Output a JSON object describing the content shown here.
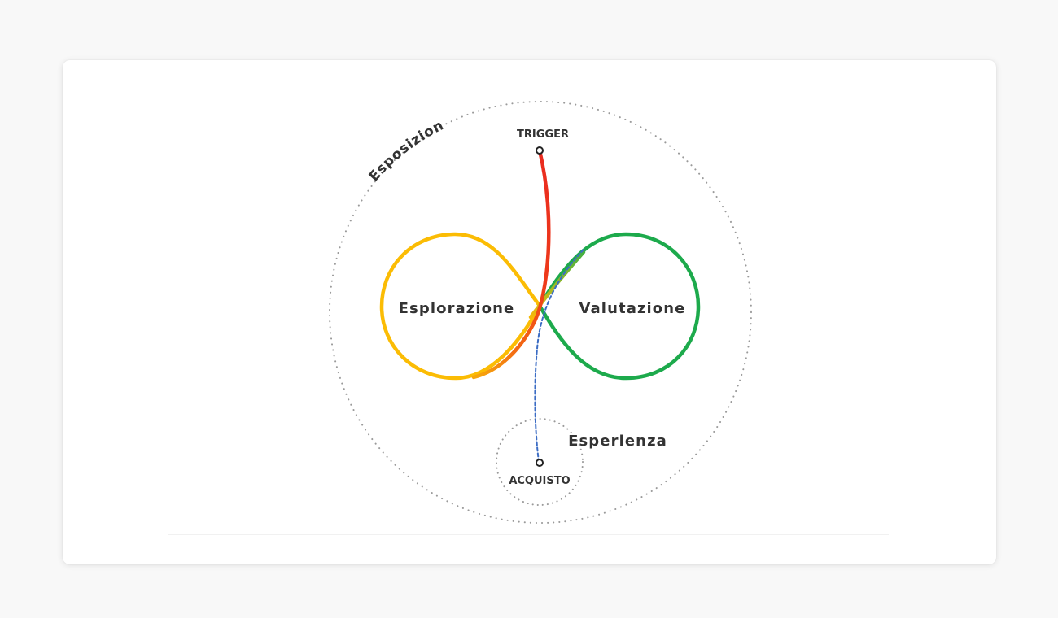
{
  "diagram": {
    "labels": {
      "exposure": "Esposizione",
      "trigger": "TRIGGER",
      "exploration": "Esplorazione",
      "evaluation": "Valutazione",
      "experience": "Esperienza",
      "purchase": "ACQUISTO"
    },
    "colors": {
      "exploration_loop": "#FBBC04",
      "evaluation_loop": "#1DAA4C",
      "trigger_path": "#EA2B1F",
      "purchase_path": "#3B6CC4",
      "dotted_circles": "#9a9a9a",
      "text": "#333333"
    }
  }
}
